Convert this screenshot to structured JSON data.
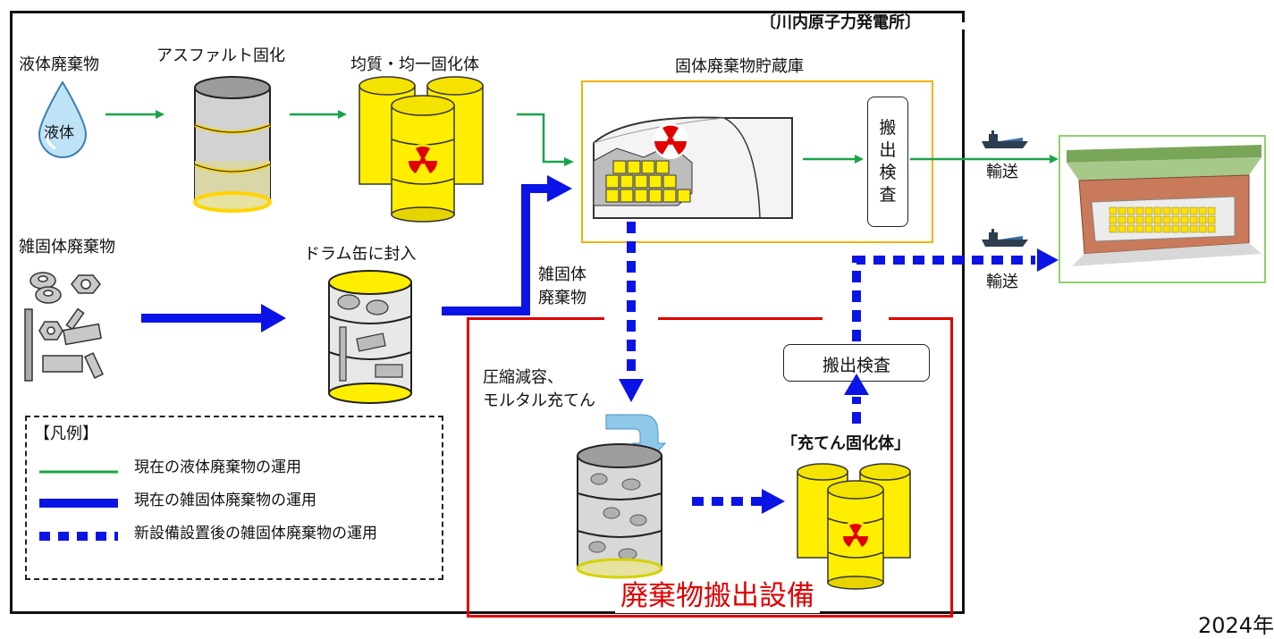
{
  "plant_name": "〔川内原子力発電所〕",
  "labels": {
    "liquid_waste": "液体廃棄物",
    "liquid_drop": "液体",
    "asphalt": "アスファルト固化",
    "homogeneous": "均質・均一固化体",
    "storage": "固体廃棄物貯蔵庫",
    "inspection_vertical": "搬\n出\n検\n査",
    "transport_top": "輸送",
    "transport_bottom": "輸送",
    "misc_waste": "雑固体廃棄物",
    "drum_sealing": "ドラム缶に封入",
    "misc_waste_arrow": "雑固体\n廃棄物",
    "compress": "圧縮減容、\nモルタル充てん",
    "inspection": "搬出検査",
    "filled_solid": "「充てん固化体」",
    "facility_name": "廃棄物搬出設備",
    "year_partial": "2024年"
  },
  "legend": {
    "title": "【凡例】",
    "items": [
      {
        "text": "現在の液体廃棄物の運用",
        "style": "green-thin"
      },
      {
        "text": "現在の雑固体廃棄物の運用",
        "style": "blue-thick"
      },
      {
        "text": "新設備設置後の雑固体廃棄物の運用",
        "style": "blue-dotted"
      }
    ]
  },
  "colors": {
    "green_arrow": "#1aa34a",
    "blue_arrow": "#0a14e6",
    "facility_red": "#e00000",
    "storage_frame": "#f2b300",
    "disposal_frame": "#8fd16a",
    "drum_yellow": "#ffee00"
  },
  "icons": [
    "water-drop-icon",
    "asphalt-drum-icon",
    "yellow-drums-icon",
    "storage-building-icon",
    "ship-icon",
    "disposal-site-icon",
    "scrap-parts-icon",
    "sealed-drum-icon",
    "compress-drum-icon",
    "radiation-icon"
  ]
}
